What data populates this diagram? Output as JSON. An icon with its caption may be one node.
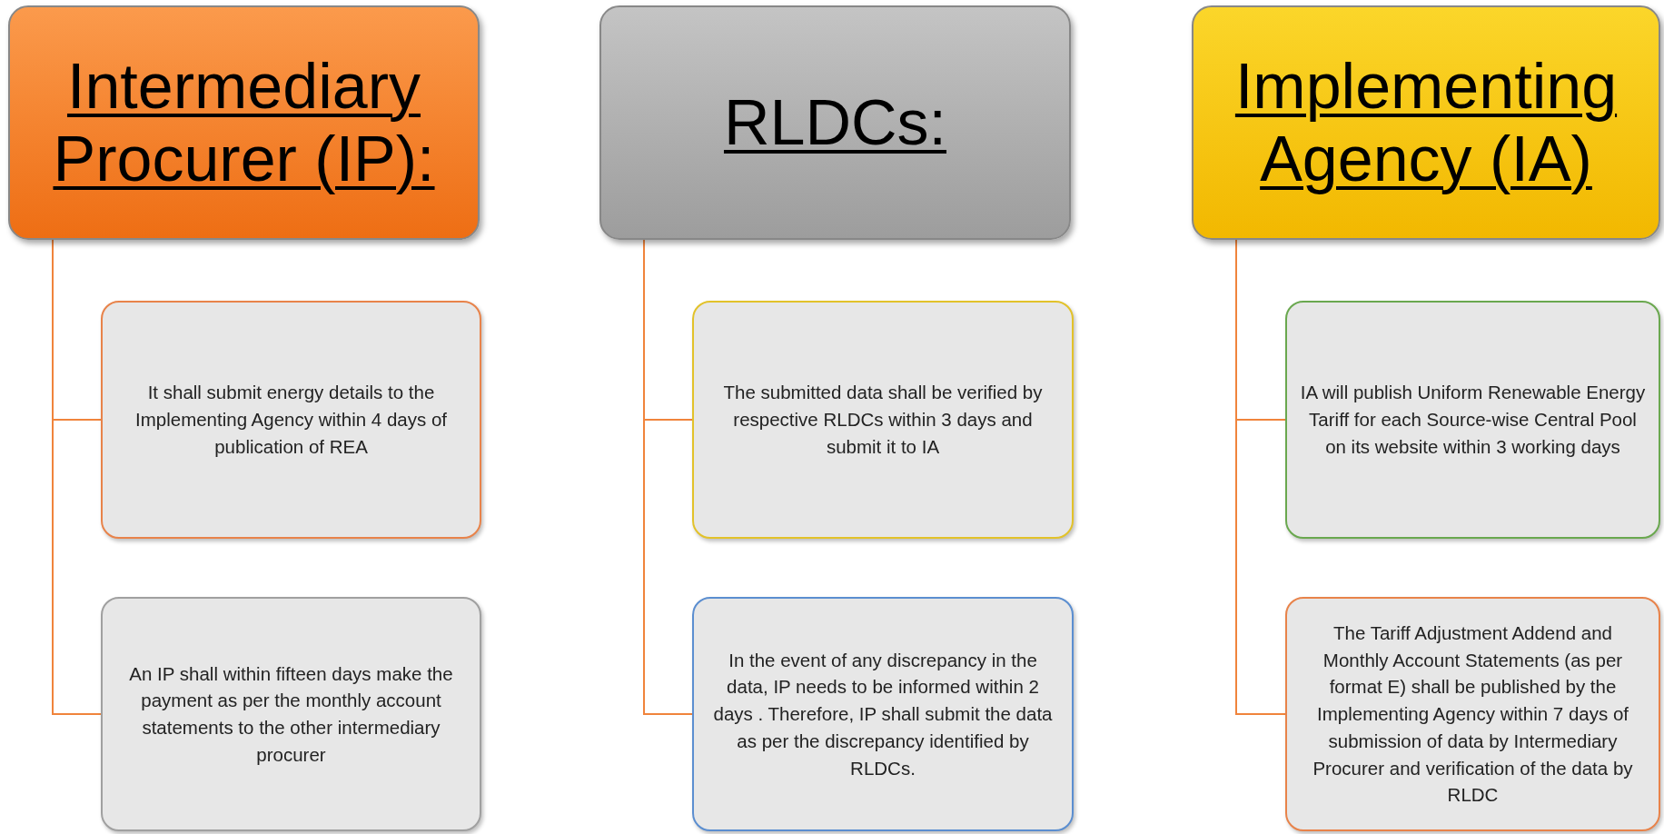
{
  "diagram": {
    "nodes": [
      {
        "text": [
          "Intermediary Procurer (IP):"
        ]
      },
      {
        "text": [
          "It shall submit energy details to the Implementing Agency within 4 days of publication of REA"
        ]
      },
      {
        "text": [
          "An IP shall within fifteen days make the payment as per the monthly account statements to the other intermediary procurer"
        ]
      },
      {
        "text": [
          "RLDCs:"
        ]
      },
      {
        "text": [
          "The submitted data shall be verified by respective RLDCs within 3 days and submit it to IA"
        ]
      },
      {
        "text": [
          "In the event of any discrepancy in the data, IP needs to be informed within 2 days . Therefore, IP shall submit the data as per the discrepancy identified by RLDCs."
        ]
      },
      {
        "text": [
          "Implementing Agency (IA)"
        ]
      },
      {
        "text": [
          "IA will publish Uniform Renewable Energy Tariff for each Source-wise Central Pool on its website within 3 working days"
        ]
      },
      {
        "text": [
          "The Tariff Adjustment Addend and Monthly Account Statements (as per format E) shall be published by the Implementing Agency within 7 days of submission of data by Intermediary Procurer and verification of the data by RLDC"
        ]
      }
    ],
    "edges": [
      {
        "from": 0,
        "to": 1,
        "arrow": "none"
      },
      {
        "from": 0,
        "to": 2,
        "arrow": "none"
      },
      {
        "from": 3,
        "to": 4,
        "arrow": "none"
      },
      {
        "from": 3,
        "to": 5,
        "arrow": "none"
      },
      {
        "from": 6,
        "to": 7,
        "arrow": "none"
      },
      {
        "from": 6,
        "to": 8,
        "arrow": "none"
      }
    ]
  }
}
